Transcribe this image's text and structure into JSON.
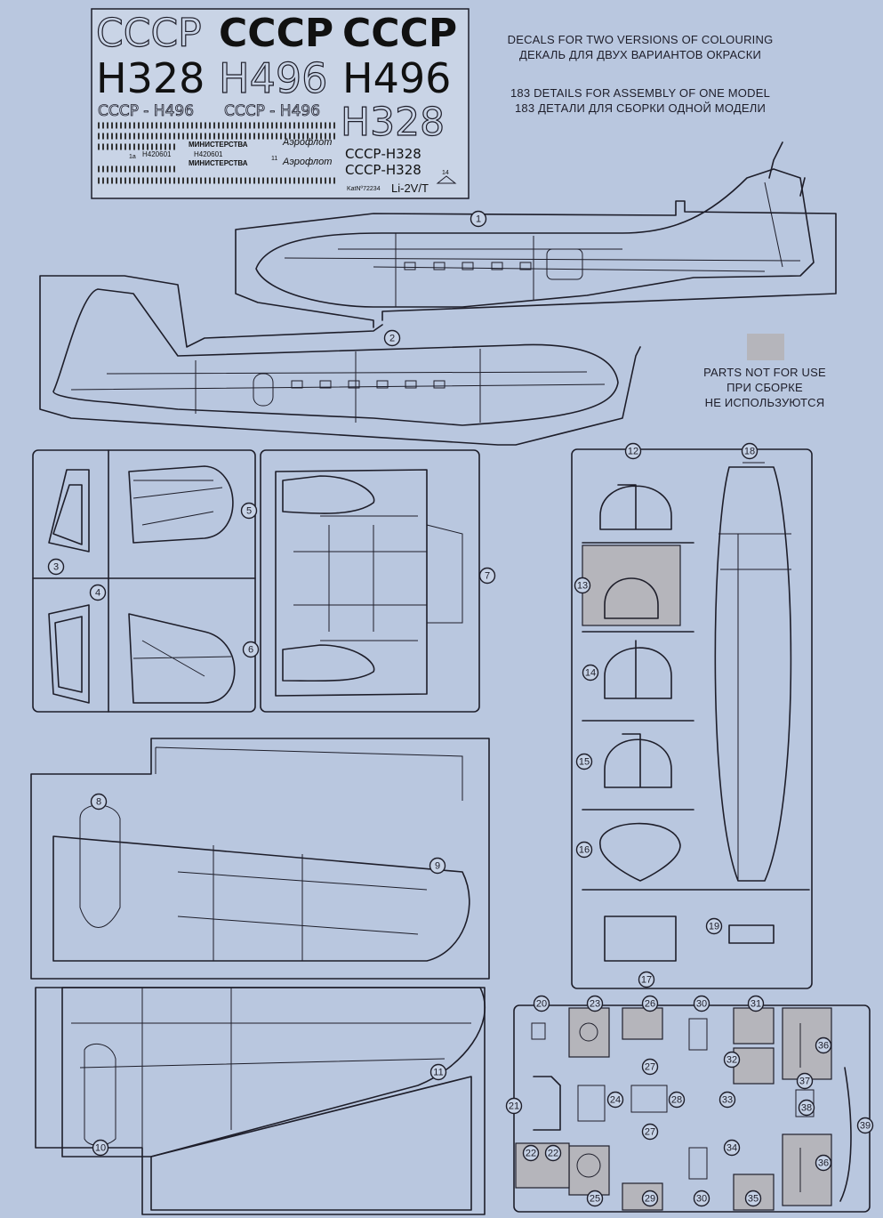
{
  "decal_sheet": {
    "rows": [
      [
        "СССР",
        "СССР",
        "СССР"
      ],
      [
        "H328",
        "H496",
        "H496"
      ]
    ],
    "small_regs": [
      "СССР - H496",
      "СССР - H496"
    ],
    "big_outline": "H328",
    "reg_right": [
      "СССР-H328",
      "СССР-H328"
    ],
    "model": "Li-2V/T",
    "catalog": "KatNº72234",
    "tags": [
      "H420601",
      "H420601"
    ],
    "airline_label": "МИНИСТЕРСТВА",
    "airline_script": "Аэрофлот",
    "number_marks": [
      "1a",
      "11",
      "14"
    ]
  },
  "notes": {
    "decals_en": "DECALS FOR TWO VERSIONS OF COLOURING",
    "decals_ru": "ДЕКАЛЬ ДЛЯ ДВУХ ВАРИАНТОВ ОКРАСКИ",
    "details_en": "183 DETAILS FOR ASSEMBLY OF ONE MODEL",
    "details_ru": "183 ДЕТАЛИ ДЛЯ СБОРКИ ОДНОЙ МОДЕЛИ",
    "legend_en": "PARTS NOT FOR USE",
    "legend_ru1": "ПРИ СБОРКЕ",
    "legend_ru2": "НЕ ИСПОЛЬЗУЮТСЯ"
  },
  "legend": {
    "swatch_color": "#b5b5bb"
  },
  "colors": {
    "paper": "#b9c7df",
    "ink": "#1e1e2a",
    "unused_part": "#b5b5bb"
  },
  "parts": [
    {
      "n": "1"
    },
    {
      "n": "2"
    },
    {
      "n": "3"
    },
    {
      "n": "4"
    },
    {
      "n": "5"
    },
    {
      "n": "6"
    },
    {
      "n": "7"
    },
    {
      "n": "8"
    },
    {
      "n": "9"
    },
    {
      "n": "10"
    },
    {
      "n": "11"
    },
    {
      "n": "12"
    },
    {
      "n": "13"
    },
    {
      "n": "14"
    },
    {
      "n": "15"
    },
    {
      "n": "16"
    },
    {
      "n": "17"
    },
    {
      "n": "18"
    },
    {
      "n": "19"
    },
    {
      "n": "20"
    },
    {
      "n": "21"
    },
    {
      "n": "22"
    },
    {
      "n": "22"
    },
    {
      "n": "23"
    },
    {
      "n": "24"
    },
    {
      "n": "25"
    },
    {
      "n": "26"
    },
    {
      "n": "27"
    },
    {
      "n": "27"
    },
    {
      "n": "28"
    },
    {
      "n": "29"
    },
    {
      "n": "30"
    },
    {
      "n": "30"
    },
    {
      "n": "31"
    },
    {
      "n": "32"
    },
    {
      "n": "33"
    },
    {
      "n": "34"
    },
    {
      "n": "35"
    },
    {
      "n": "36"
    },
    {
      "n": "36"
    },
    {
      "n": "37"
    },
    {
      "n": "38"
    },
    {
      "n": "39"
    }
  ]
}
